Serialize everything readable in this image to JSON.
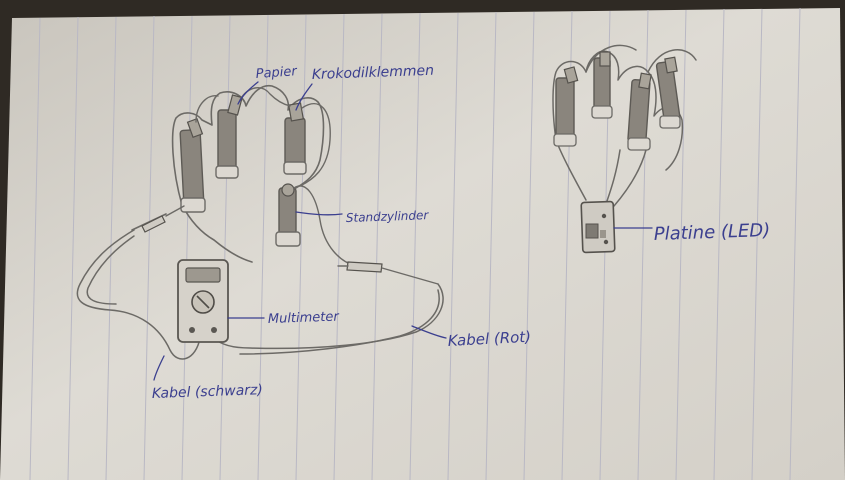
{
  "sketch": {
    "labels": {
      "papier": "Papier",
      "krokodilklemmen": "Krokodilklemmen",
      "standzylinder": "Standzylinder",
      "multimeter": "Multimeter",
      "kabel_rot": "Kabel (Rot)",
      "kabel_schwarz": "Kabel (schwarz)",
      "platine": "Platine (LED)"
    }
  },
  "colors": {
    "paper": "#dcd8d1",
    "ink": "#3b3f8f",
    "pencil": "#6c6a66",
    "background": "#2f2a24"
  }
}
